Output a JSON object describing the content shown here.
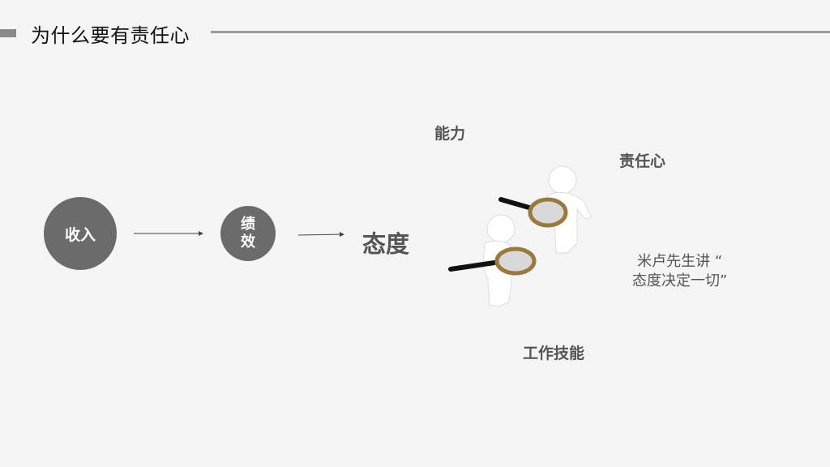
{
  "header": {
    "title": "为什么要有责任心"
  },
  "flow": {
    "income": "收入",
    "performance_line1": "绩",
    "performance_line2": "效",
    "attitude": "态度"
  },
  "labels": {
    "ability": "能力",
    "responsibility": "责任心",
    "work_skill": "工作技能"
  },
  "quote": {
    "line1": "米卢先生讲 “",
    "line2": "态度决定一切”"
  },
  "colors": {
    "circle_fill": "#6b6b6b",
    "header_line": "#9b9b9b",
    "label_text": "#555555",
    "background": "#f5f5f5"
  },
  "illustration": {
    "icon": "figures-with-magnifying-glasses-icon"
  }
}
